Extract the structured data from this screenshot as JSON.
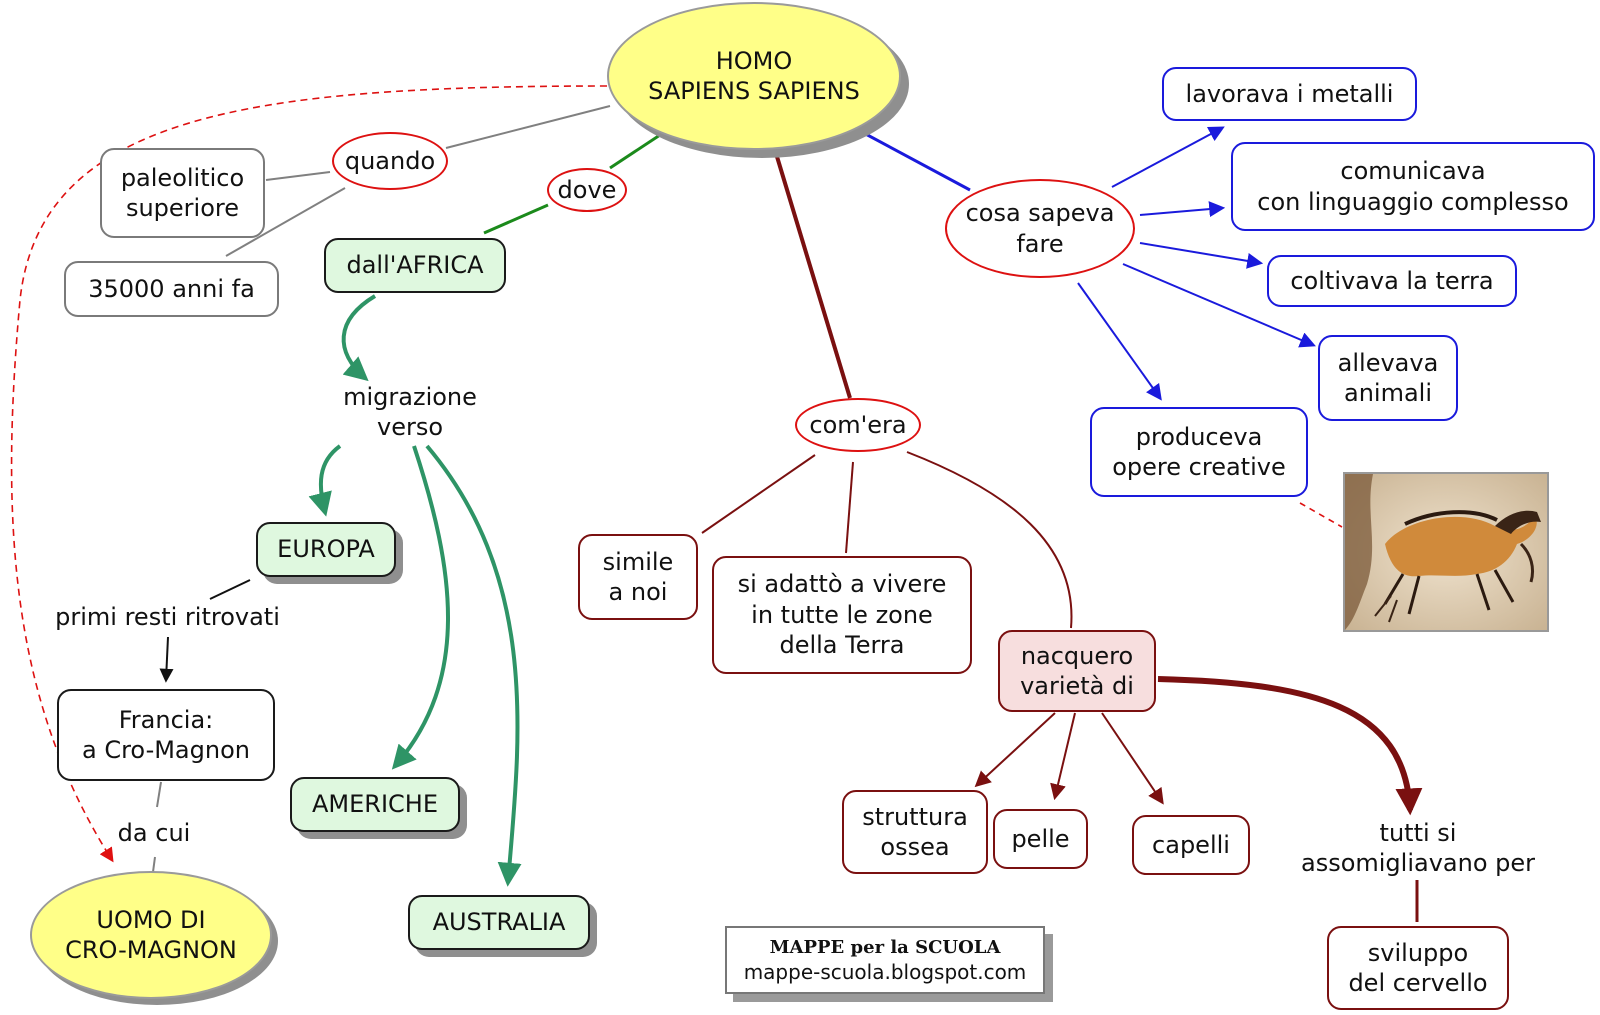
{
  "colors": {
    "main_oval": "#ffff88",
    "connector_red": "#d11111",
    "dove_branch": "#1b8a1b",
    "migration_arrows": "#2e9466",
    "place_boxes": "#dff8df",
    "comera_branch": "#7a1010",
    "cosa_sapeva_branch": "#1a1adc",
    "varieta_box": "#f7dede"
  },
  "nodes": {
    "homo": "HOMO\nSAPIENS SAPIENS",
    "quando": "quando",
    "paleolitico": "paleolitico\nsuperiore",
    "anni": "35000 anni fa",
    "dove": "dove",
    "africa": "dall'AFRICA",
    "migrazione": "migrazione\nverso",
    "europa": "EUROPA",
    "primi_resti": "primi resti ritrovati",
    "francia": "Francia:\na Cro-Magnon",
    "da_cui": "da cui",
    "cro_magnon": "UOMO DI\nCRO-MAGNON",
    "americhe": "AMERICHE",
    "australia": "AUSTRALIA",
    "comera": "com'era",
    "simile": "simile\na noi",
    "si_adatto": "si adattò a vivere\nin tutte le zone\ndella Terra",
    "nacquero": "nacquero\nvarietà di",
    "struttura": "struttura\nossea",
    "pelle": "pelle",
    "capelli": "capelli",
    "tutti_si": "tutti si\nassomigliavano per",
    "sviluppo": "sviluppo\ndel cervello",
    "cosa_sapeva": "cosa sapeva\nfare",
    "metalli": "lavorava i metalli",
    "comunicava": "comunicava\ncon linguaggio complesso",
    "coltivava": "coltivava la terra",
    "allevava": "allevava\nanimali",
    "produceva": "produceva\nopere creative"
  },
  "credit": {
    "title": "MAPPE per la SCUOLA",
    "url": "mappe-scuola.blogspot.com"
  }
}
